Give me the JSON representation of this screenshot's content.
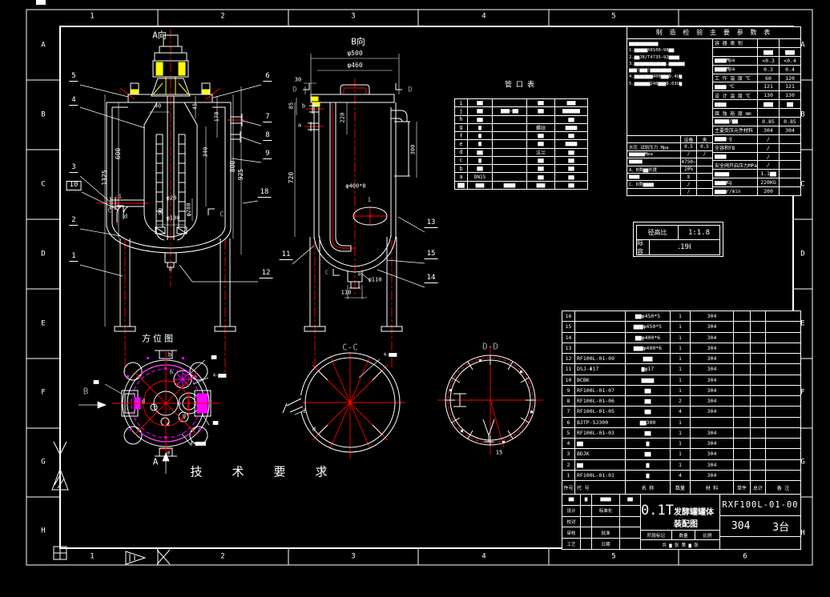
{
  "frame": {
    "top": [
      "1",
      "2",
      "3",
      "4",
      "5"
    ],
    "bottom": [
      "1",
      "2",
      "3",
      "4",
      "5",
      "6"
    ],
    "left": [
      "A",
      "B",
      "C",
      "D",
      "E",
      "F",
      "G",
      "H"
    ],
    "right": [
      "A",
      "B",
      "C",
      "D",
      "E",
      "F",
      "G",
      "H"
    ]
  },
  "labels": {
    "view_a": "A向",
    "view_b": "B向",
    "plan": "方位图",
    "cc": "C-C",
    "dd": "D-D",
    "tech": "技 术 要 求",
    "tech_q": "?",
    "nozzle_title": "管口表"
  },
  "colors": {
    "line": "#ffffff",
    "centerline": "#ff0000",
    "highlight": "#ffff00",
    "accent": "#ff00ff",
    "background": "#000000"
  },
  "dims": {
    "d40": "40",
    "d45": "45",
    "d170": "170",
    "d340": "340",
    "d600": "600",
    "d800": "800",
    "d925": "925",
    "d1325": "1325",
    "d28": "φ28",
    "d90": "90",
    "d280": "φ280",
    "d130": "φ130",
    "d500": "φ500",
    "d460": "φ460",
    "d30": "30",
    "d85": "85",
    "d220": "220",
    "d300": "300",
    "d720": "720",
    "d400": "φ400*8",
    "d110": "φ110",
    "d110w": "110",
    "d15": "15"
  },
  "balloons": {
    "b1": "1",
    "b2": "2",
    "b3": "3",
    "b4": "4",
    "b5": "5",
    "b6": "6",
    "b7": "7",
    "b8": "8",
    "b9": "9",
    "b10": "10",
    "b11": "11",
    "b12": "12",
    "b13": "13",
    "b14": "14",
    "b15": "15",
    "b18": "18"
  },
  "letters": {
    "a": "a",
    "b": "b",
    "c": "c",
    "d": "d",
    "e": "e",
    "f": "f",
    "g": "g",
    "h": "h",
    "i": "i",
    "A": "A",
    "B": "B",
    "C": "C",
    "D": "D"
  },
  "callouts": {
    "c1": "▆▆",
    "c2": "4-▆▆▆",
    "c3": "▆▆",
    "c4": "4-▆▆▆▆",
    "cc": "4-▆▆▆",
    "bl": "▆▆"
  },
  "nozzle": {
    "rows": [
      {
        "s": "i",
        "size": "▆▆",
        "std": "",
        "form": "▆▆",
        "use": "▆▆▆"
      },
      {
        "s": "j",
        "size": "▆▆",
        "std": "▆▆▆—▆▆",
        "form": "▆▆",
        "use": "▆▆▆▆▆▆"
      },
      {
        "s": "h",
        "size": "▆▆",
        "std": "",
        "form": "",
        "use": "▆▆"
      },
      {
        "s": "g",
        "size": "▆",
        "std": "",
        "form": "螺纹",
        "use": "▆▆▆▆"
      },
      {
        "s": "f",
        "size": "▆",
        "std": "",
        "form": "▆▆",
        "use": "▆▆"
      },
      {
        "s": "e",
        "size": "▆",
        "std": "",
        "form": "▆▆",
        "use": "▆▆▆▆"
      },
      {
        "s": "d",
        "size": "▆▆",
        "std": "",
        "form": "法兰",
        "use": "▆▆"
      },
      {
        "s": "c",
        "size": "▆",
        "std": "",
        "form": "▆▆",
        "use": "▆▆"
      },
      {
        "s": "b",
        "size": "▆▆",
        "std": "",
        "form": "▆▆",
        "use": "▆▆"
      },
      {
        "s": "a",
        "size": "DN15",
        "std": "",
        "form": "▆▆",
        "use": "▆▆"
      },
      {
        "s": "▆▆",
        "size": "▆▆▆",
        "std": "▆▆▆▆",
        "form": "▆▆▆",
        "use": "▆▆"
      }
    ]
  },
  "param": {
    "title": "制 造 检 验 主 要 参 数 表",
    "notes": [
      "▆▆▆▆▆▆▆▆▆▆▆",
      "1.▆▆▆▆▆X8100—98▆▆",
      "2.▆▆JB/T4735—92▆▆▆▆",
      "3.▆▆▆▆▆▆▆▆▆▆▆▆,▆▆▆▆▆▆",
      "▆▆▆(▆▆▆)▆▆▆▆▆▆▆▆.",
      "4.▆▆▆▆▆▆▆400▆▆▆9.4U▆",
      "5.▆▆▆▆▆▆240▆▆▆9.63U▆"
    ],
    "rows": [
      {
        "l": "容 器 类 别",
        "v1": "",
        "v2": ""
      },
      {
        "l": "",
        "v1": "▆▆▆",
        "v2": "▆▆▆"
      },
      {
        "l": "▆▆▆▆Mpa",
        "v1": "<0.3",
        "v2": "<0.4"
      },
      {
        "l": "▆▆▆▆Mpa",
        "v1": "0.3",
        "v2": "0.4"
      },
      {
        "l": "工 作 温 度  ℃",
        "v1": "60",
        "v2": "120"
      },
      {
        "l": "▆▆▆▆ ℃",
        "v1": "121",
        "v2": "121"
      },
      {
        "l": "设 计 温 度  ℃",
        "v1": "130",
        "v2": "130"
      },
      {
        "l": "▆▆▆▆",
        "v1": "▆▆▆",
        "v2": "▆▆"
      },
      {
        "l": "腐 蚀 裕 度 mm",
        "v1": "",
        "v2": ""
      },
      {
        "l": "▆▆▆▆▆/▆▆",
        "v1": "0.85",
        "v2": "0.85"
      },
      {
        "l": "主要受压元件材料",
        "v1": "304",
        "v2": "304"
      },
      {
        "l": "▆▆▆▆-g",
        "v1": "/",
        "v2": ""
      },
      {
        "l": "全容积FB",
        "v1": "/",
        "v2": ""
      },
      {
        "l": "▆▆▆▆",
        "v1": "/",
        "v2": ""
      },
      {
        "l": "安全阀开启压力MPa",
        "v1": "/",
        "v2": ""
      },
      {
        "l": "▆▆▆▆▆",
        "v1": "1.1▆▆",
        "v2": ""
      },
      {
        "l": "▆▆▆▆Kg",
        "v1": "220KG",
        "v2": ""
      },
      {
        "l": "▆▆▆▆r/min",
        "v1": "200",
        "v2": ""
      }
    ],
    "mini": [
      {
        "l": "",
        "v1": "设备",
        "v2": "夹"
      },
      {
        "l": "水压 试验压力 Mpa",
        "v1": "0.5",
        "v2": "0.5"
      },
      {
        "l": "▆▆▆▆▆▆Mpa",
        "v1": "/",
        "v2": "/"
      },
      {
        "l": "▆▆▆▆▆",
        "v1": "JB4750—94",
        "v2": ""
      },
      {
        "l": "A、B类▆▆长度",
        "v1": "20%",
        "v2": ""
      },
      {
        "l": "▆▆▆▆",
        "v1": "Ⅱ",
        "v2": ""
      },
      {
        "l": "C、D类▆▆▆▆",
        "v1": "/",
        "v2": ""
      },
      {
        "l": "",
        "v1": "/",
        "v2": ""
      }
    ]
  },
  "ratio": {
    "r1l": "径高比",
    "r1v": "1:1.8",
    "r2l": "实际容积",
    "r2v": "119L"
  },
  "bom": {
    "rows": [
      {
        "no": "16",
        "code": "",
        "name": "▆▆φ450*5",
        "qty": "1",
        "mat": "304",
        "w1": "",
        "w2": "",
        "note": ""
      },
      {
        "no": "15",
        "code": "",
        "name": "▆▆▆φ450*5",
        "qty": "1",
        "mat": "304",
        "w1": "",
        "w2": "",
        "note": ""
      },
      {
        "no": "14",
        "code": "",
        "name": "▆▆φ400*6",
        "qty": "1",
        "mat": "304",
        "w1": "",
        "w2": "",
        "note": ""
      },
      {
        "no": "13",
        "code": "",
        "name": "▆▆▆φ400*6",
        "qty": "1",
        "mat": "304",
        "w1": "",
        "w2": "",
        "note": ""
      },
      {
        "no": "12",
        "code": "RF100L-01-09",
        "name": "▆▆▆",
        "qty": "1",
        "mat": "304",
        "w1": "",
        "w2": "",
        "note": ""
      },
      {
        "no": "11",
        "code": "DSJ-Φ17",
        "name": "▆φ17",
        "qty": "1",
        "mat": "304",
        "w1": "",
        "w2": "",
        "note": ""
      },
      {
        "no": "10",
        "code": "BCBK",
        "name": "▆▆▆▆",
        "qty": "1",
        "mat": "304",
        "w1": "",
        "w2": "",
        "note": ""
      },
      {
        "no": "9",
        "code": "RF100L-01-07",
        "name": "▆▆",
        "qty": "1",
        "mat": "304",
        "w1": "",
        "w2": "",
        "note": ""
      },
      {
        "no": "8",
        "code": "RF100L-01-06",
        "name": "▆▆",
        "qty": "2",
        "mat": "304",
        "w1": "",
        "w2": "",
        "note": ""
      },
      {
        "no": "7",
        "code": "RF100L-01-05",
        "name": "▆▆",
        "qty": "4",
        "mat": "304",
        "w1": "",
        "w2": "",
        "note": ""
      },
      {
        "no": "6",
        "code": "BJTP-SJ300",
        "name": "▆▆300",
        "qty": "1",
        "mat": "",
        "w1": "",
        "w2": "",
        "note": ""
      },
      {
        "no": "5",
        "code": "RF100L-01-03",
        "name": "▆▆",
        "qty": "1",
        "mat": "304",
        "w1": "",
        "w2": "",
        "note": ""
      },
      {
        "no": "4",
        "code": "▆▆",
        "name": "▆",
        "qty": "1",
        "mat": "304",
        "w1": "",
        "w2": "",
        "note": ""
      },
      {
        "no": "3",
        "code": "BDJK",
        "name": "▆▆",
        "qty": "1",
        "mat": "304",
        "w1": "",
        "w2": "",
        "note": ""
      },
      {
        "no": "2",
        "code": "▆▆",
        "name": "▆",
        "qty": "1",
        "mat": "304",
        "w1": "",
        "w2": "",
        "note": ""
      },
      {
        "no": "1",
        "code": "RF100L-01-01",
        "name": "▆",
        "qty": "4",
        "mat": "304",
        "w1": "",
        "w2": "",
        "note": ""
      }
    ],
    "header": {
      "no": "件号",
      "code": "代  号",
      "name": "名  称",
      "qty": "数量",
      "mat": "材  料",
      "w1": "单件",
      "w2": "总计",
      "note": "备  注"
    }
  },
  "title_block": {
    "title_prefix": "0.1T",
    "title_main": "发酵罐罐体装配图",
    "dwg_no": "RXF100L-01-00",
    "material": "304",
    "qty": "3台",
    "grid": [
      {
        "a": "▆▆",
        "b": "▆",
        "c": "▆▆▆▆",
        "d": "▆▆"
      },
      {
        "a": "设计",
        "b": "",
        "c": "标准化",
        "d": ""
      },
      {
        "a": "校对",
        "b": "",
        "c": "",
        "d": ""
      },
      {
        "a": "审核",
        "b": "",
        "c": "批准",
        "d": ""
      },
      {
        "a": "工艺",
        "b": "",
        "c": "日期",
        "d": ""
      }
    ],
    "mid": [
      "阶段标记",
      "数量",
      "比例"
    ],
    "mid2": "共 ▆ 张  第 ▆ 张"
  }
}
